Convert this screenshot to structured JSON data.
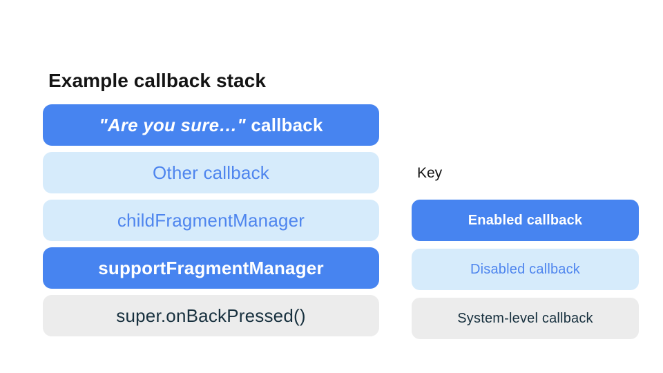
{
  "title": "Example callback stack",
  "colors": {
    "enabled_bg": "#4784F0",
    "enabled_text": "#FFFFFF",
    "disabled_bg": "#D6EBFB",
    "disabled_text": "#4E85EE",
    "system_bg": "#ECECEC",
    "system_text": "#17303E",
    "heading_text": "#141414"
  },
  "stack": {
    "items": [
      {
        "type": "enabled",
        "state": "Enabled callback",
        "label_italic": "\"Are you sure…\"",
        "label_rest": " callback"
      },
      {
        "type": "disabled",
        "state": "Disabled callback",
        "label": "Other callback"
      },
      {
        "type": "disabled",
        "state": "Disabled callback",
        "label": "childFragmentManager"
      },
      {
        "type": "enabled",
        "state": "Enabled callback",
        "label": "supportFragmentManager"
      },
      {
        "type": "system",
        "state": "System-level callback",
        "label": "super.onBackPressed()"
      }
    ]
  },
  "key": {
    "heading": "Key",
    "items": [
      {
        "type": "enabled",
        "label": "Enabled callback"
      },
      {
        "type": "disabled",
        "label": "Disabled callback"
      },
      {
        "type": "system",
        "label": "System-level callback"
      }
    ]
  }
}
